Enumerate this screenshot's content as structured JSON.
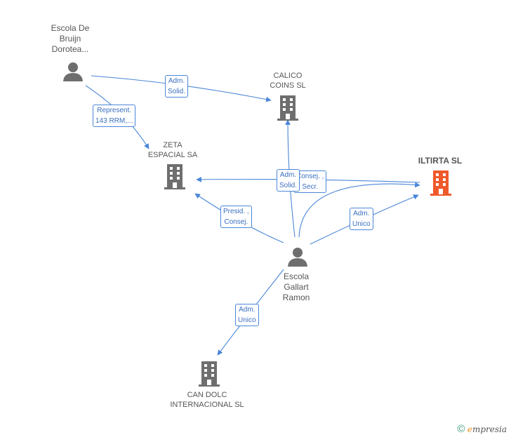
{
  "colors": {
    "edge": "#4a86d8",
    "company": "#6e6e6e",
    "focus_company": "#f0592b",
    "person": "#6e6e6e"
  },
  "nodes": {
    "escola_de_bruijn": {
      "label_lines": [
        "Escola De",
        "Bruijn",
        "Dorotea..."
      ],
      "icon": "person-icon"
    },
    "calico": {
      "label_lines": [
        "CALICO",
        "COINS SL"
      ],
      "icon": "building-icon"
    },
    "zeta": {
      "label_lines": [
        "ZETA",
        "ESPACIAL SA"
      ],
      "icon": "building-icon"
    },
    "iltirta": {
      "label": "ILTIRTA SL",
      "icon": "building-icon"
    },
    "escola_gallart": {
      "label_lines": [
        "Escola",
        "Gallart",
        "Ramon"
      ],
      "icon": "person-icon"
    },
    "can_dolc": {
      "label_lines": [
        "CAN DOLC",
        "INTERNACIONAL SL"
      ],
      "icon": "building-icon"
    }
  },
  "relations": {
    "bruijn_calico": [
      "Adm.",
      "Solid."
    ],
    "bruijn_zeta": [
      "Represent.",
      "143 RRM,..."
    ],
    "gallart_zeta_back": [
      "Consej. ,",
      "Secr."
    ],
    "gallart_calico": [
      "Adm.",
      "Solid."
    ],
    "gallart_zeta": [
      "Presid. ,",
      "Consej."
    ],
    "gallart_iltirta": [
      "Adm.",
      "Unico"
    ],
    "gallart_candolc": [
      "Adm.",
      "Unico"
    ]
  },
  "footer": {
    "copyright_symbol": "©",
    "brand_first": "e",
    "brand_rest": "mpresia"
  }
}
